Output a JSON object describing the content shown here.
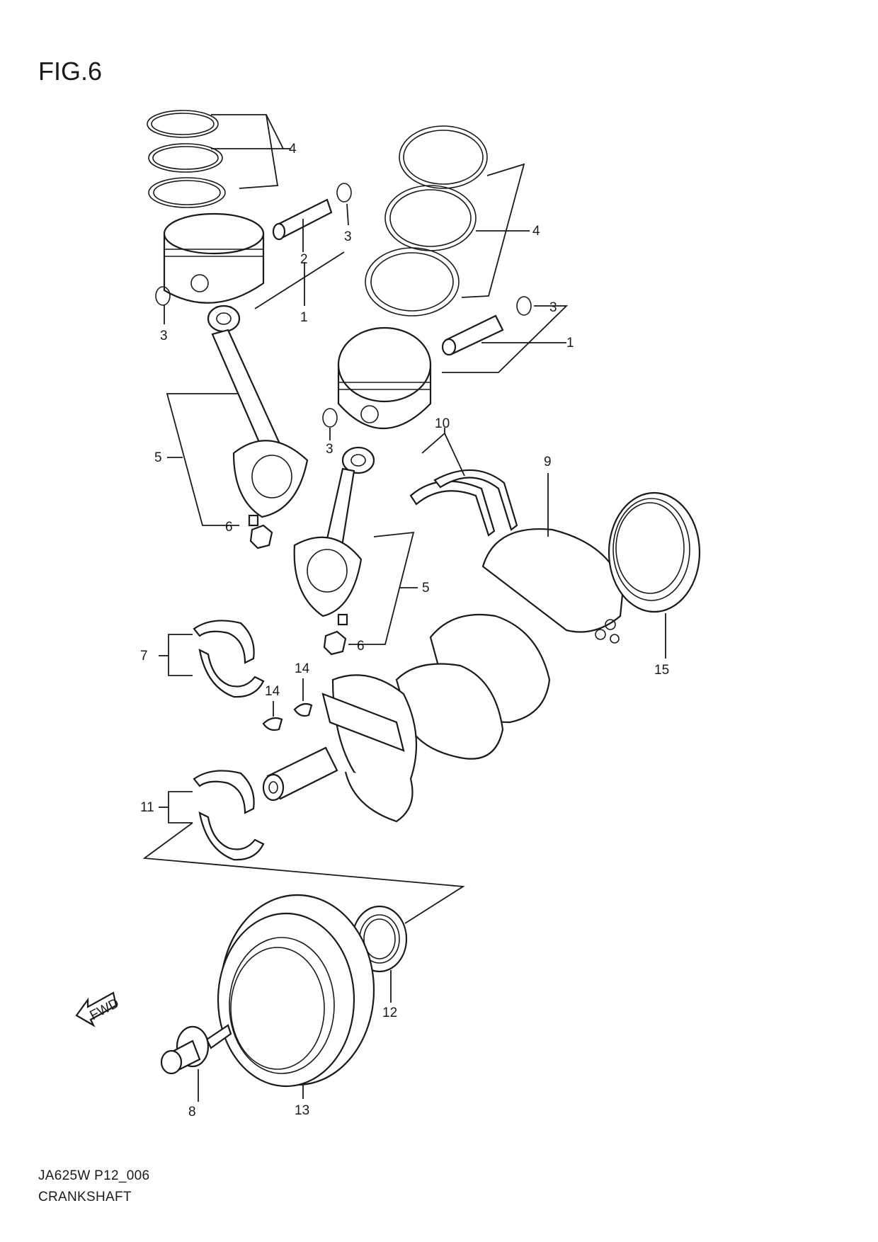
{
  "figure": {
    "title": "FIG.6"
  },
  "callouts": [
    {
      "id": "c1a",
      "text": "1"
    },
    {
      "id": "c1b",
      "text": "1"
    },
    {
      "id": "c2",
      "text": "2"
    },
    {
      "id": "c3a",
      "text": "3"
    },
    {
      "id": "c3b",
      "text": "3"
    },
    {
      "id": "c3c",
      "text": "3"
    },
    {
      "id": "c3d",
      "text": "3"
    },
    {
      "id": "c4a",
      "text": "4"
    },
    {
      "id": "c4b",
      "text": "4"
    },
    {
      "id": "c5a",
      "text": "5"
    },
    {
      "id": "c5b",
      "text": "5"
    },
    {
      "id": "c6a",
      "text": "6"
    },
    {
      "id": "c6b",
      "text": "6"
    },
    {
      "id": "c7",
      "text": "7"
    },
    {
      "id": "c8",
      "text": "8"
    },
    {
      "id": "c9",
      "text": "9"
    },
    {
      "id": "c10",
      "text": "10"
    },
    {
      "id": "c11",
      "text": "11"
    },
    {
      "id": "c12",
      "text": "12"
    },
    {
      "id": "c13",
      "text": "13"
    },
    {
      "id": "c14a",
      "text": "14"
    },
    {
      "id": "c14b",
      "text": "14"
    },
    {
      "id": "c15",
      "text": "15"
    }
  ],
  "fwd_marker": "FWD",
  "footer": {
    "code": "JA625W P12_006",
    "name": "CRANKSHAFT"
  }
}
